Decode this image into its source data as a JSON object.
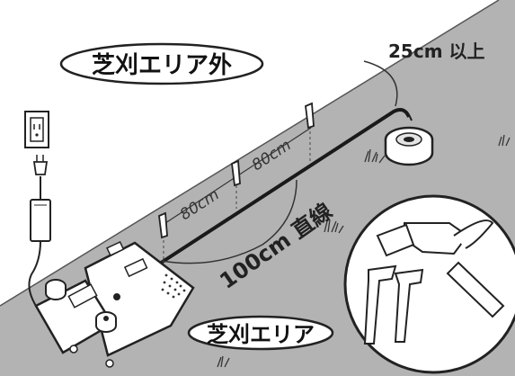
{
  "labels": {
    "outside_area": "芝刈エリア外",
    "inside_area": "芝刈エリア",
    "min_distance": "25cm 以上",
    "straight_line": "100cm 直線",
    "peg_spacing_1": "80cm",
    "peg_spacing_2": "80cm"
  },
  "icons": {
    "outlet": "wall-outlet-icon",
    "plug": "power-plug-icon",
    "adapter": "power-adapter-icon",
    "wire_spool": "wire-spool-icon",
    "mower_station": "charging-station-icon",
    "pegs": "wire-peg-icon",
    "hammer": "hammer-icon",
    "grass": "grass-tuft-icon"
  },
  "colors": {
    "lawn": "#b3b3b3",
    "outside": "#ffffff",
    "wire": "#1a1a1a",
    "outline": "#222222"
  }
}
